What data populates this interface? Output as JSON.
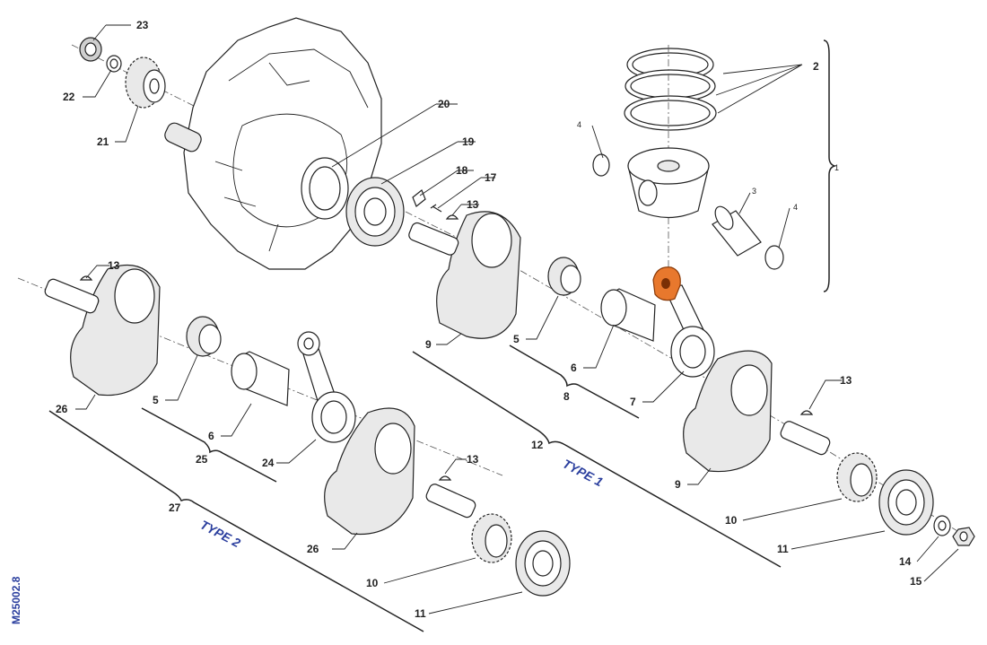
{
  "diagram": {
    "code": "M25002.8",
    "type1_label": "TYPE 1",
    "type2_label": "TYPE 2",
    "colors": {
      "highlight": "#e8782d",
      "type_text": "#2b3f9e",
      "line": "#222222"
    },
    "callouts": {
      "c1": "1",
      "c2": "2",
      "c3": "3",
      "c4a": "4",
      "c4b": "4",
      "c5a": "5",
      "c5b": "5",
      "c6a": "6",
      "c6b": "6",
      "c7": "7",
      "c8": "8",
      "c9a": "9",
      "c9b": "9",
      "c10a": "10",
      "c10b": "10",
      "c11a": "11",
      "c11b": "11",
      "c12": "12",
      "c13a": "13",
      "c13b": "13",
      "c13c": "13",
      "c13d": "13",
      "c14": "14",
      "c15": "15",
      "c17": "17",
      "c18": "18",
      "c19": "19",
      "c20": "20",
      "c21": "21",
      "c22": "22",
      "c23": "23",
      "c24": "24",
      "c25": "25",
      "c26a": "26",
      "c26b": "26",
      "c27": "27"
    }
  }
}
